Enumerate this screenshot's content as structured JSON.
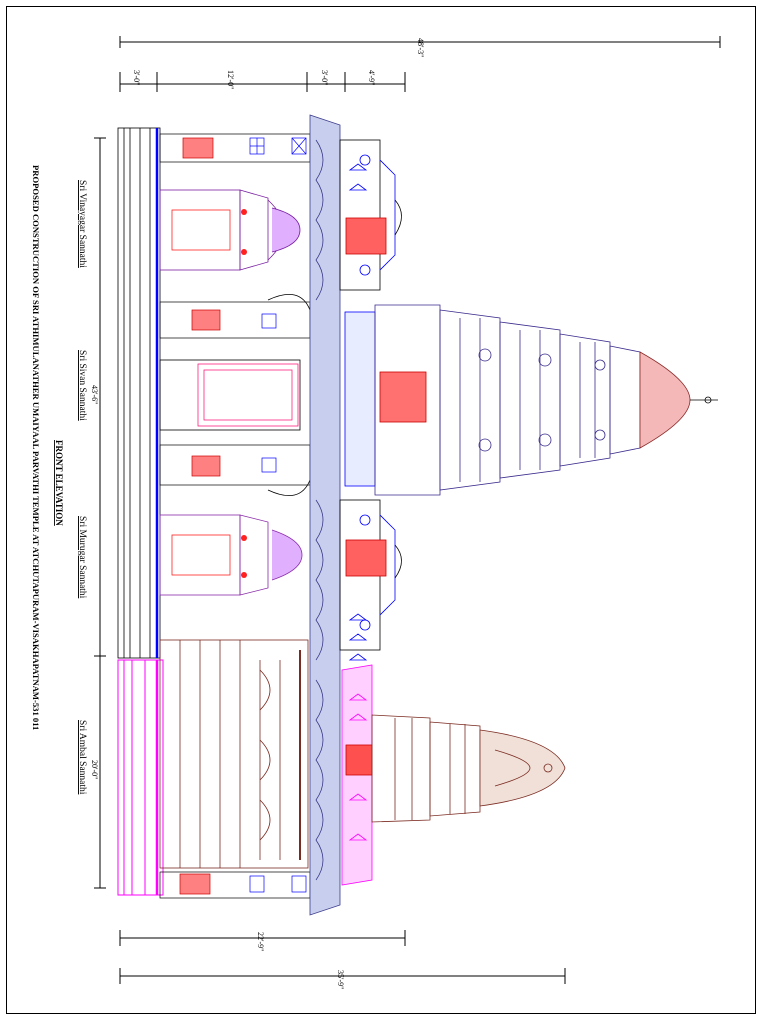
{
  "drawing": {
    "title_line1": "PROPOSED CONSTRUCTION OF SRI ATHIMULANATHER UMAIYAAL PARVATHI TEMPLE AT ATCHUTAPURAM-VISAKHAPATNAM-531 011",
    "title_line2": "FRONT ELEVATION"
  },
  "sannathi_labels": [
    "Sri Vinayagar Sannathi",
    "Sri Sivan Sannathi",
    "Sri Murugar Sannathi",
    "Sri Ambal Sannathi"
  ],
  "dimensions": {
    "overall_top": "48'-3\"",
    "seg_1": "3'-0\"",
    "seg_2": "12'-0\"",
    "seg_3": "3'-0\"",
    "seg_4": "4'-9\"",
    "left_main": "43'-6\"",
    "left_ambal": "20'-0\"",
    "bottom_1": "22'-9\"",
    "bottom_2": "35'-9\""
  },
  "colors": {
    "ink": "#000000",
    "vinayagar": "#7a1fa2",
    "murugar": "#8a2aa8",
    "ambal_base": "#ff00ff",
    "ambal_tower": "#7a2a20",
    "main_tower": "#3b2a8c",
    "blue": "#0000ff",
    "red": "#ff2020",
    "roof": "#a0a8d8"
  }
}
